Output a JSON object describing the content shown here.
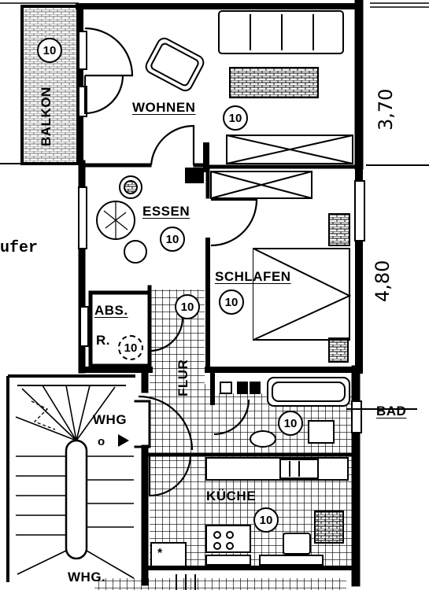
{
  "rooms": {
    "wohnen": "WOHNEN",
    "essen": "ESSEN",
    "schlafen": "SCHLAFEN",
    "abs": "ABS.",
    "abs_r": "R.",
    "flur": "FLUR",
    "bad": "BAD",
    "kueche": "KÜCHE",
    "balkon": "BALKON"
  },
  "room_marker": "10",
  "apartment_labels": {
    "whg_entry": "WHG",
    "whg_stair": "WHG.",
    "whg_entry_suffix": "o"
  },
  "cut_text": "ufer",
  "dimensions": {
    "top_right": "3,70",
    "right": "4,80"
  },
  "symbols": {
    "asterisk": "*"
  }
}
